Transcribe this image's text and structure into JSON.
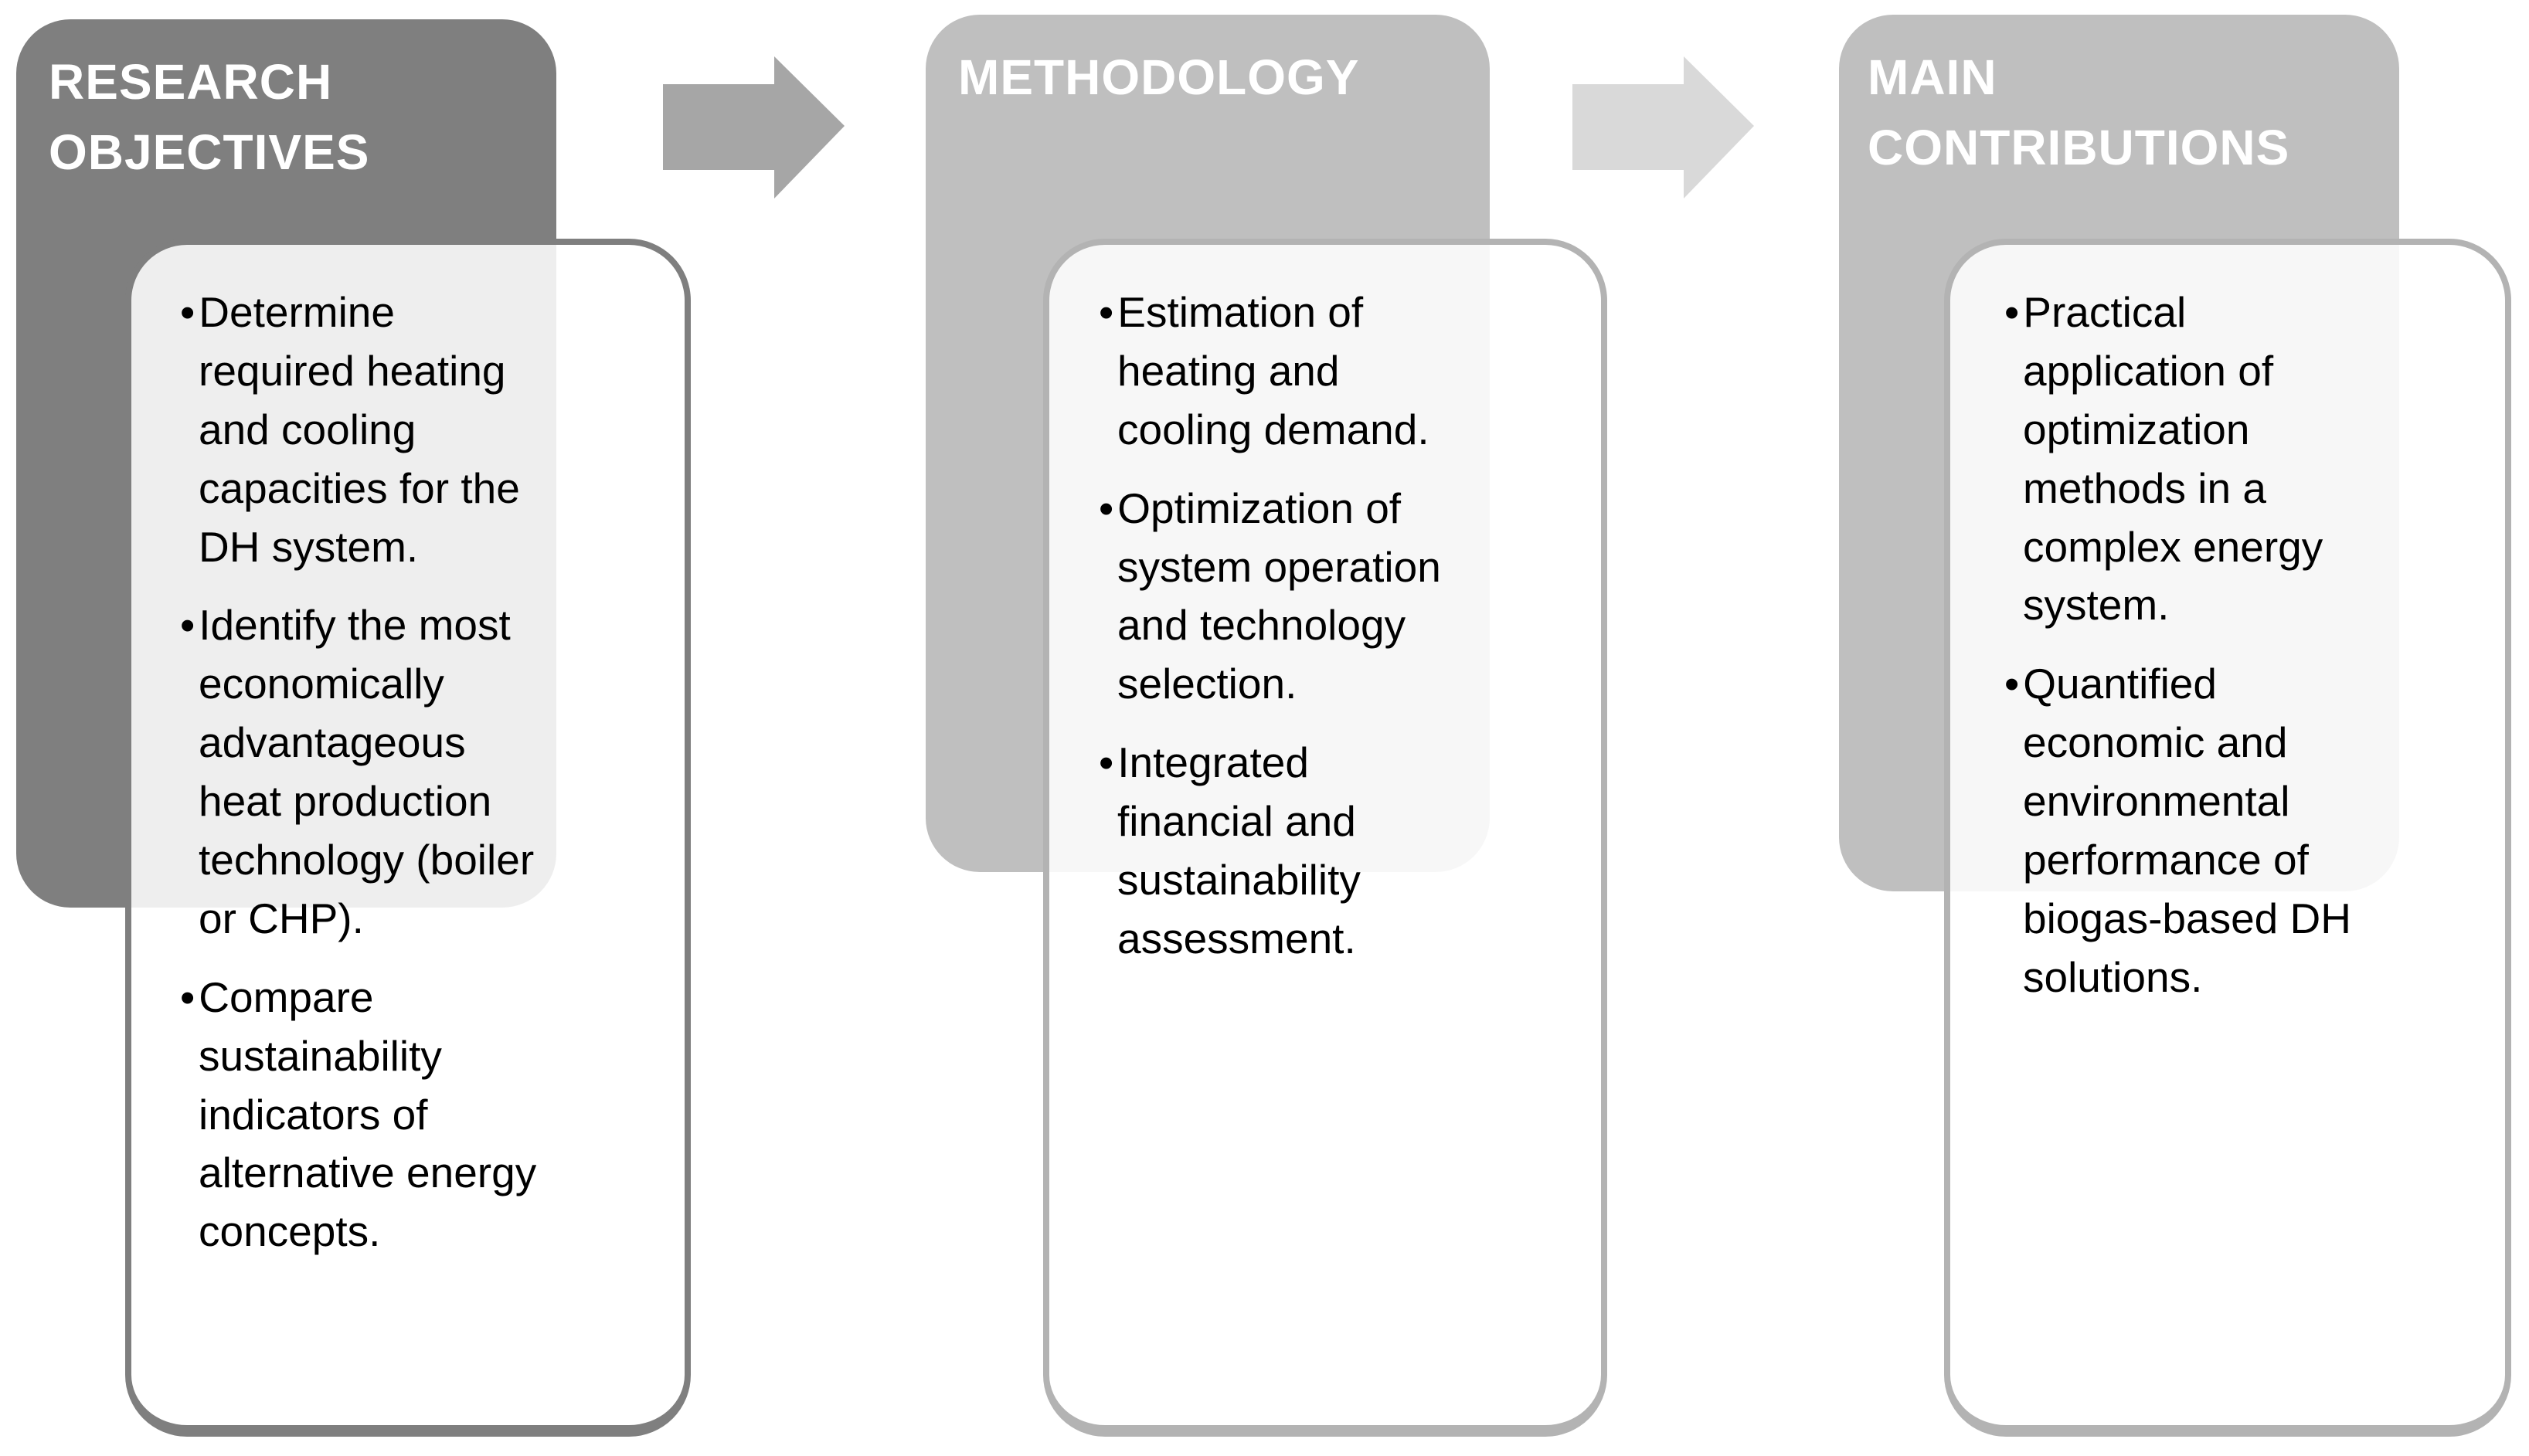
{
  "columns": [
    {
      "header": "RESEARCH OBJECTIVES",
      "bullets": [
        "Determine\nrequired heating\nand cooling\ncapacities for the\nDH system.",
        "Identify the most\neconomically\nadvantageous\nheat production\ntechnology (boiler\nor CHP).",
        "Compare\nsustainability\nindicators of\nalternative energy\nconcepts."
      ]
    },
    {
      "header": "METHODOLOGY",
      "bullets": [
        "Estimation of\nheating and\ncooling demand.",
        "Optimization of\nsystem operation\nand technology\nselection.",
        "Integrated\nfinancial and\nsustainability\nassessment."
      ]
    },
    {
      "header": "MAIN CONTRIBUTIONS",
      "bullets": [
        "Practical\napplication of\noptimization\nmethods in a\ncomplex energy\nsystem.",
        "Quantified\neconomic and\nenvironmental\nperformance of\nbiogas-based DH\nsolutions."
      ]
    }
  ],
  "icons": [
    {
      "name": "arrow-right-icon",
      "between": [
        "RESEARCH OBJECTIVES",
        "METHODOLOGY"
      ]
    },
    {
      "name": "arrow-right-icon",
      "between": [
        "METHODOLOGY",
        "MAIN CONTRIBUTIONS"
      ]
    }
  ],
  "colors": {
    "header-dark": "#7f7f7f",
    "header-light": "#bfbfbf",
    "arrow-1": "#a6a6a6",
    "arrow-2": "#d9d9d9",
    "content-border-dark": "#7f7f7f",
    "content-border-light": "#b3b3b3",
    "content-fill": "rgba(255,255,255,0.87)",
    "text-dark": "#000000",
    "text-light": "#ffffff"
  }
}
